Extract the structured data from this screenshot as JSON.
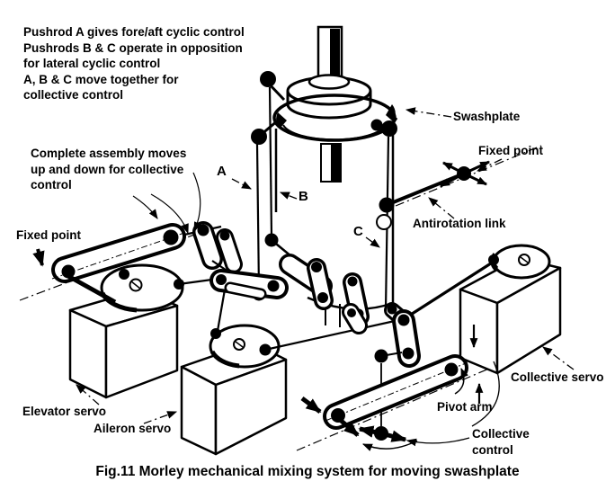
{
  "figure": {
    "caption": "Fig.11 Morley mechanical mixing system for moving swashplate"
  },
  "notes": {
    "cyclic": [
      "Pushrod A gives fore/aft cyclic control",
      "Pushrods B & C operate in opposition",
      "for lateral cyclic control",
      "A, B & C move together for",
      "collective control"
    ],
    "assembly": [
      "Complete assembly moves",
      "up and down for collective",
      "control"
    ]
  },
  "labels": {
    "fixed_point_left": "Fixed point",
    "swashplate": "Swashplate",
    "fixed_point_right": "Fixed point",
    "antirotation_link": "Antirotation link",
    "pushrod_a": "A",
    "pushrod_b": "B",
    "pushrod_c": "C",
    "elevator_servo": "Elevator servo",
    "aileron_servo": "Aileron servo",
    "collective_servo": "Collective servo",
    "pivot_arm": "Pivot arm",
    "collective_control_line1": "Collective",
    "collective_control_line2": "control"
  },
  "colors": {
    "ink": "#000000",
    "paper": "#ffffff"
  }
}
